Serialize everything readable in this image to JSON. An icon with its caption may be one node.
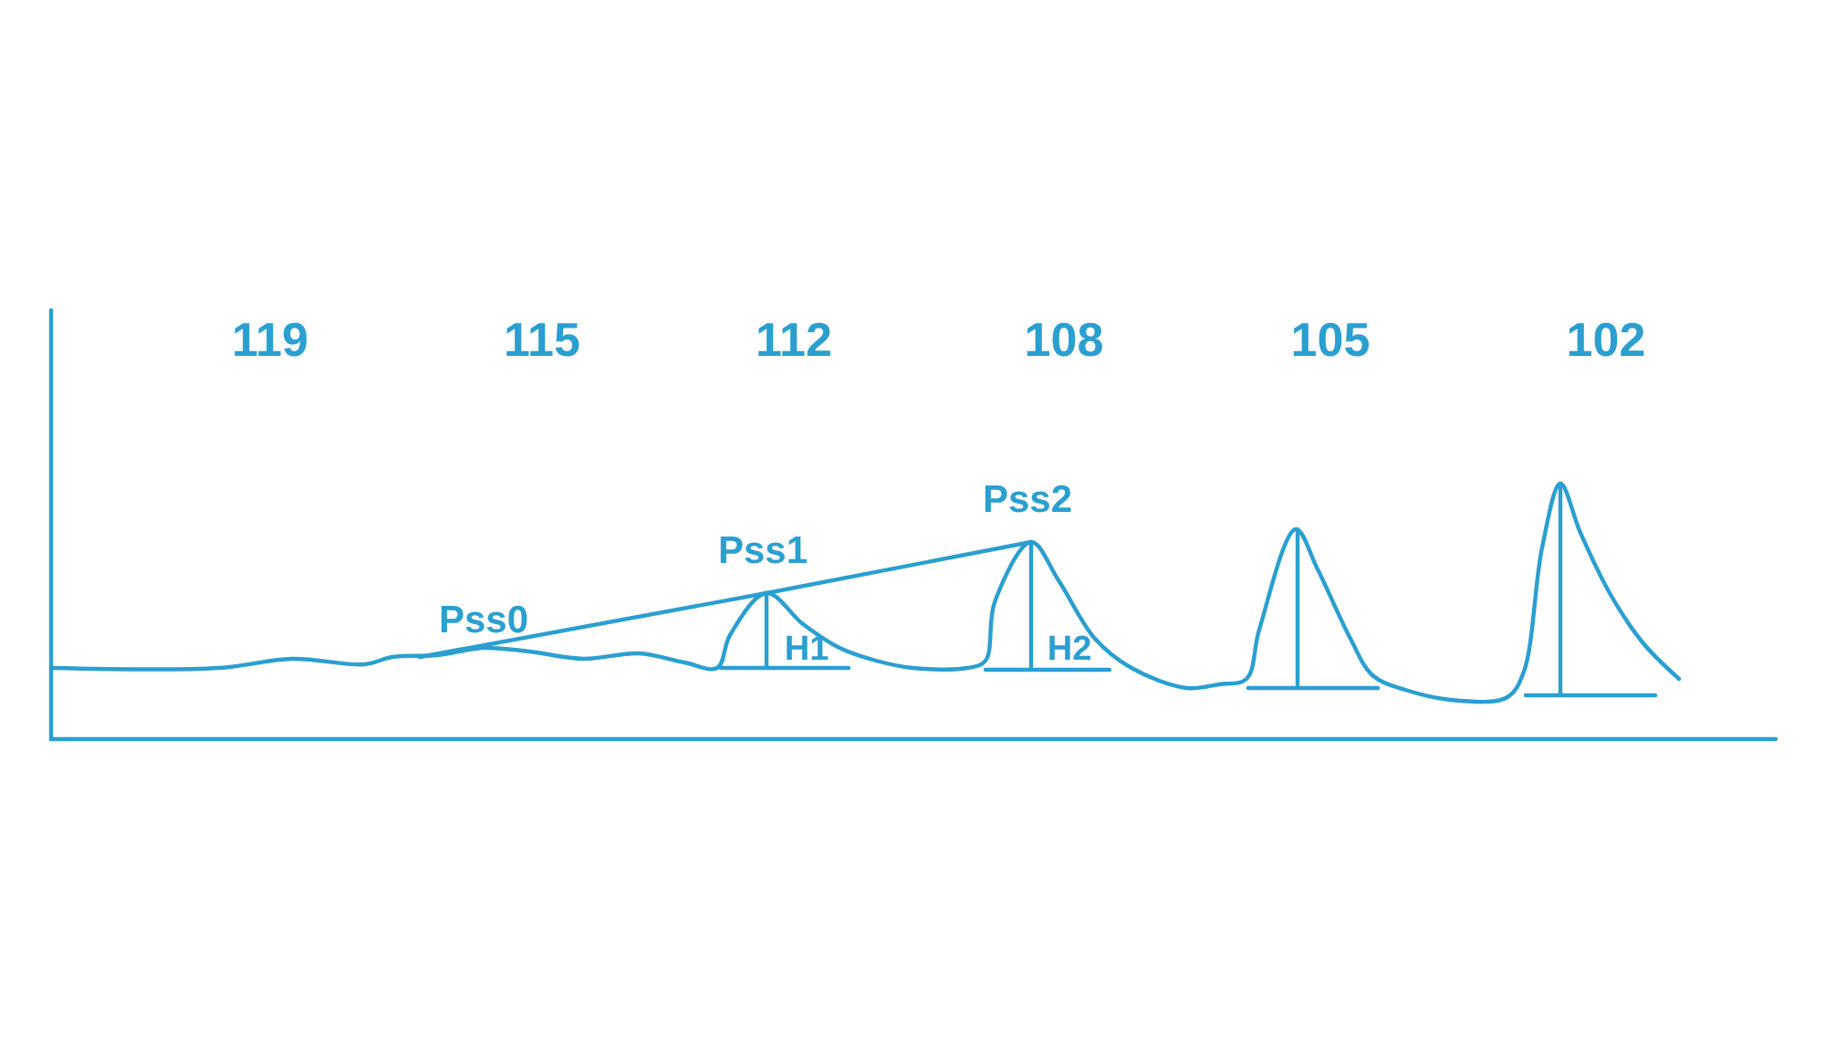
{
  "diagram": {
    "labels": [
      "119",
      "115",
      "112",
      "108",
      "105",
      "102",
      "Pss2",
      "Pss1",
      "Pss0",
      "H1",
      "H2"
    ]
  }
}
